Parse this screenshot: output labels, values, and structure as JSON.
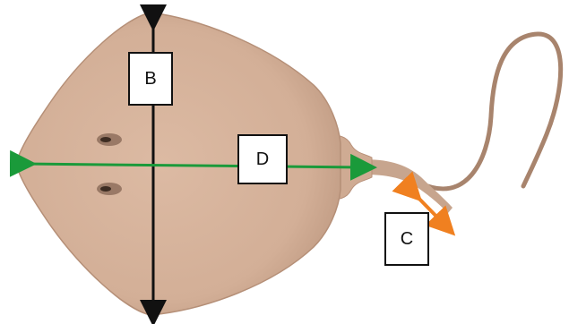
{
  "labels": {
    "width": "B",
    "length": "D",
    "tail_section": "C"
  },
  "colors": {
    "body": "#d6b49c",
    "body_shadow": "#c79f86",
    "tail": "#b38f78",
    "width_arrow": "#111111",
    "length_arrow": "#1a9a3a",
    "tail_arrow": "#f08020"
  }
}
